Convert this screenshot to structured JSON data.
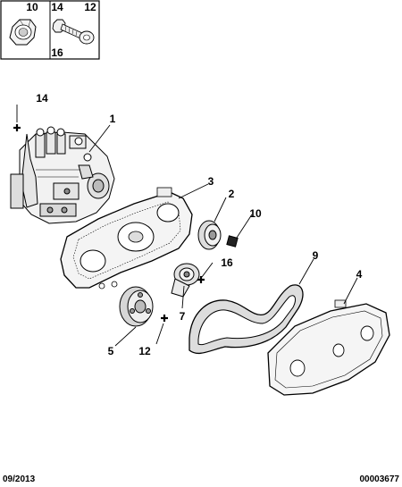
{
  "inset": {
    "labels": {
      "nut": "10",
      "bolt": "14",
      "washer": "12",
      "washer_bottom": "16"
    }
  },
  "callouts": {
    "injection_pump": "1",
    "sprocket_pump": "2",
    "inner_cover": "3",
    "outer_cover": "4",
    "camshaft_sprocket": "5",
    "tensioner": "7",
    "timing_belt": "9",
    "nut": "10",
    "washer": "12",
    "bolt": "14",
    "washer_16": "16"
  },
  "footer": {
    "date": "09/2013",
    "ref": "00003677"
  }
}
